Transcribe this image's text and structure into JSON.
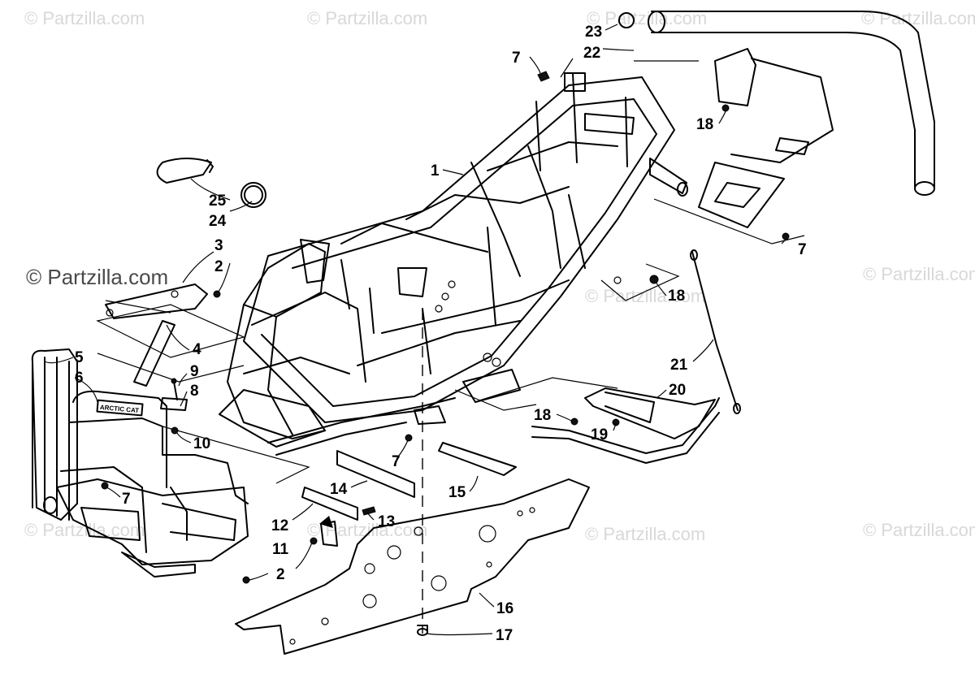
{
  "watermark": {
    "text": "© Partzilla.com",
    "text_short": "© Partzilla.com"
  },
  "callouts": [
    {
      "id": "c1",
      "label": "1"
    },
    {
      "id": "c2a",
      "label": "2"
    },
    {
      "id": "c2b",
      "label": "2"
    },
    {
      "id": "c3",
      "label": "3"
    },
    {
      "id": "c4",
      "label": "4"
    },
    {
      "id": "c5",
      "label": "5"
    },
    {
      "id": "c6",
      "label": "6"
    },
    {
      "id": "c7a",
      "label": "7"
    },
    {
      "id": "c7b",
      "label": "7"
    },
    {
      "id": "c7c",
      "label": "7"
    },
    {
      "id": "c7d",
      "label": "7"
    },
    {
      "id": "c8",
      "label": "8"
    },
    {
      "id": "c9",
      "label": "9"
    },
    {
      "id": "c10",
      "label": "10"
    },
    {
      "id": "c11",
      "label": "11"
    },
    {
      "id": "c12",
      "label": "12"
    },
    {
      "id": "c13",
      "label": "13"
    },
    {
      "id": "c14",
      "label": "14"
    },
    {
      "id": "c15",
      "label": "15"
    },
    {
      "id": "c16",
      "label": "16"
    },
    {
      "id": "c17",
      "label": "17"
    },
    {
      "id": "c18a",
      "label": "18"
    },
    {
      "id": "c18b",
      "label": "18"
    },
    {
      "id": "c18c",
      "label": "18"
    },
    {
      "id": "c19",
      "label": "19"
    },
    {
      "id": "c20",
      "label": "20"
    },
    {
      "id": "c21",
      "label": "21"
    },
    {
      "id": "c22",
      "label": "22"
    },
    {
      "id": "c23",
      "label": "23"
    },
    {
      "id": "c24",
      "label": "24"
    },
    {
      "id": "c25",
      "label": "25"
    }
  ],
  "bumper_badge": "ARCTIC CAT"
}
